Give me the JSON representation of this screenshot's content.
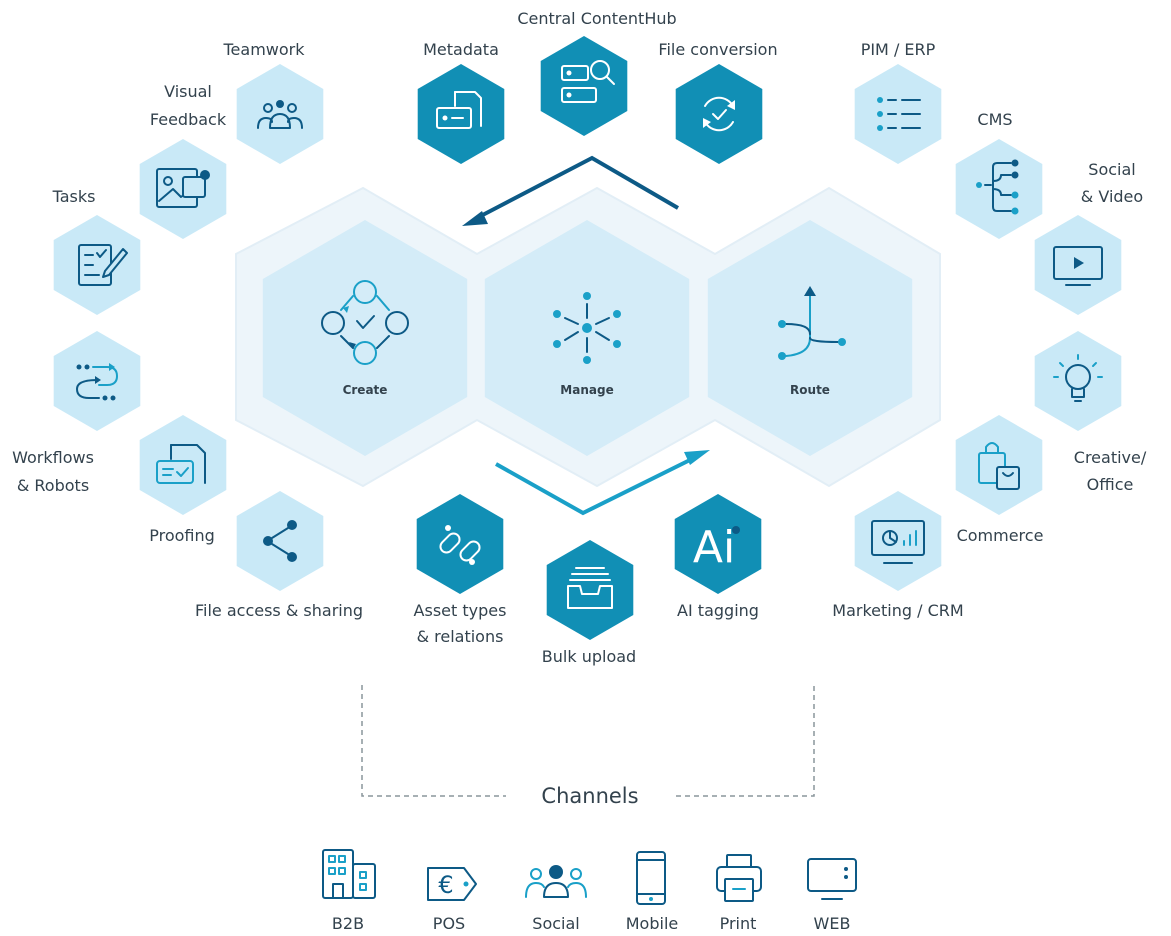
{
  "colors": {
    "light_hex_fill": "#c9e9f7",
    "dark_hex_fill": "#118fb5",
    "core_hex_fill": "#d4ecf8",
    "core_backdrop": "#edf5fa",
    "dark_accent": "#0d5a86",
    "bright_accent": "#1aa0c8",
    "text": "#33424d"
  },
  "core": {
    "create": "Create",
    "manage": "Manage",
    "route": "Route"
  },
  "top": {
    "metadata": "Metadata",
    "central_contenthub": "Central ContentHub",
    "file_conversion": "File conversion"
  },
  "bottom": {
    "asset_types_1": "Asset types",
    "asset_types_2": "& relations",
    "bulk_upload": "Bulk upload",
    "ai_tagging": "AI tagging"
  },
  "left": {
    "teamwork": "Teamwork",
    "visual_feedback_1": "Visual",
    "visual_feedback_2": "Feedback",
    "tasks": "Tasks",
    "workflows_1": "Workflows",
    "workflows_2": "& Robots",
    "proofing": "Proofing",
    "file_access": "File access & sharing"
  },
  "right": {
    "pim_erp": "PIM / ERP",
    "cms": "CMS",
    "social_video_1": "Social",
    "social_video_2": "& Video",
    "creative_office_1": "Creative/",
    "creative_office_2": "Office",
    "commerce": "Commerce",
    "marketing_crm": "Marketing / CRM"
  },
  "channels": {
    "title": "Channels",
    "items": [
      "B2B",
      "POS",
      "Social",
      "Mobile",
      "Print",
      "WEB"
    ]
  },
  "icons": {
    "teamwork": "people-group-icon",
    "visual_feedback": "image-comment-icon",
    "tasks": "checklist-pen-icon",
    "workflows": "workflow-arrows-icon",
    "proofing": "document-check-icon",
    "file_access": "share-icon",
    "metadata": "metadata-card-icon",
    "central_contenthub": "server-search-icon",
    "file_conversion": "refresh-check-icon",
    "asset_types": "link-icon",
    "bulk_upload": "inbox-tray-icon",
    "ai_tagging": "ai-icon",
    "pim_erp": "list-icon",
    "cms": "tree-icon",
    "social_video": "video-screen-icon",
    "creative_office": "lightbulb-icon",
    "commerce": "shopping-bags-icon",
    "marketing_crm": "dashboard-monitor-icon",
    "create": "cycle-check-icon",
    "manage": "hub-network-icon",
    "route": "fork-arrow-icon"
  }
}
